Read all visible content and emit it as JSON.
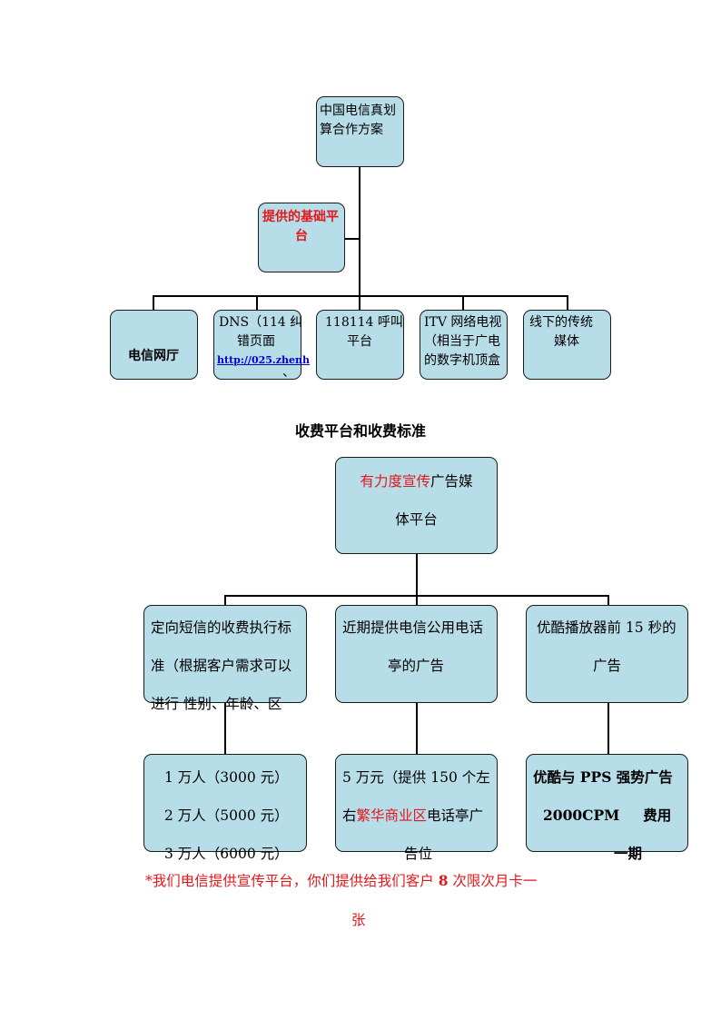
{
  "chart1": {
    "root": {
      "line1": "中国电信真划",
      "line2": "算合作方案"
    },
    "platform": {
      "line1": "提供的基础平",
      "line2": "台"
    },
    "children": [
      {
        "label": "电信网厅"
      },
      {
        "line1": "DNS（114 纠",
        "line2": "错页面",
        "link": "http://025.zhenh",
        "line4": "、"
      },
      {
        "line1": "118114 呼叫",
        "line2": "平台"
      },
      {
        "line1": "ITV 网络电视",
        "line2": "（相当于广电",
        "line3": "的数字机顶盒"
      },
      {
        "line1": "线下的传统",
        "line2": "媒体"
      }
    ]
  },
  "section_title": "收费平台和收费标准",
  "chart2": {
    "root": {
      "red": "有力度宣传",
      "rest": "广告媒",
      "line2": "体平台"
    },
    "level1": [
      {
        "line1": "定向短信的收费执行标",
        "line2": "准（根据客户需求可以",
        "line3": "进行 性别、年龄、区"
      },
      {
        "line1": "近期提供电信公用电话",
        "line2": "亭的广告"
      },
      {
        "line1": "优酷播放器前 15 秒的",
        "line2": "广告"
      }
    ],
    "level2": [
      {
        "line1": "1 万人（3000 元）",
        "line2": "2 万人（5000 元）",
        "line3": "3 万人（6000 元）"
      },
      {
        "line1": "5 万元（提供 150 个左",
        "line2_a": "右",
        "line2_red": "繁华商业区",
        "line2_b": "电话亭广",
        "line3": "告位"
      },
      {
        "line1": "优酷与 PPS 强势广告",
        "line2_a": "2000CPM",
        "line2_b": "费用",
        "line3": "一期"
      }
    ]
  },
  "footnote": {
    "line1_a": "*我们电信提供宣传平台，你们提供给我们客户 ",
    "line1_num": "8",
    "line1_b": " 次限次月卡一",
    "line2": "张"
  },
  "colors": {
    "box_fill": "#b7dde8",
    "accent_red": "#e3171c",
    "link_blue": "#0000cc"
  }
}
